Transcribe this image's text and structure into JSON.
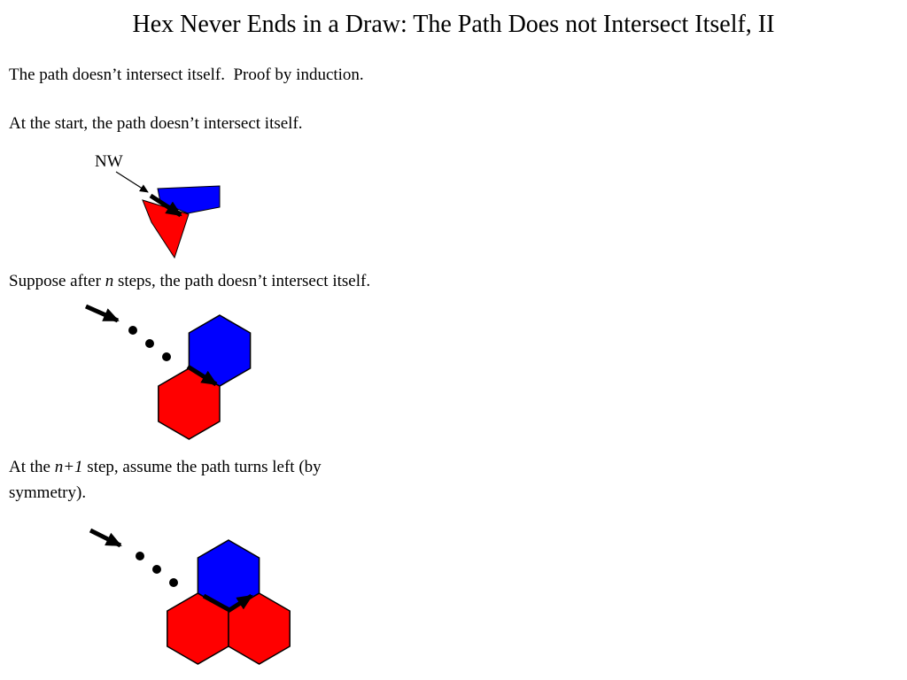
{
  "title": "Hex Never Ends in a Draw: The Path Does not Intersect Itself, II",
  "paragraphs": {
    "p1": "The path doesn’t intersect itself.  Proof by induction.",
    "p2": "At the start, the path doesn’t intersect itself.",
    "p3_pre": "Suppose after ",
    "p3_var": "n",
    "p3_post": " steps, the path doesn’t intersect itself.",
    "p4_pre": "At the ",
    "p4_var": "n+1",
    "p4_post": " step, assume the path turns left (by",
    "p4_line2": "symmetry)."
  },
  "diagram_start": {
    "label": "NW"
  },
  "colors": {
    "blue": "#0000ff",
    "red": "#ff0000",
    "black": "#000000",
    "background": "#ffffff"
  }
}
